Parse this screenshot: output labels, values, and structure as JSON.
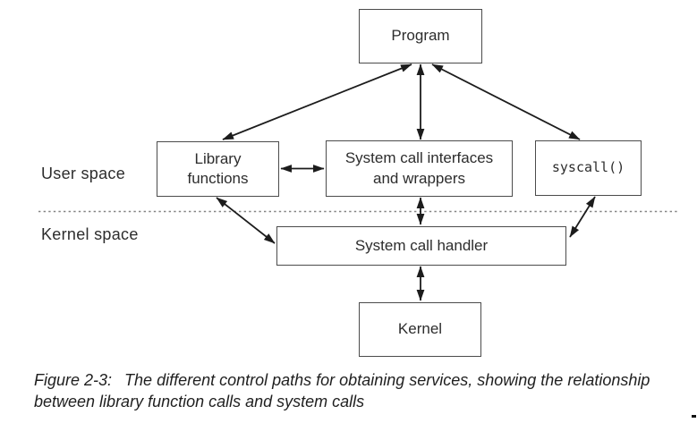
{
  "diagram": {
    "boxes": {
      "program": {
        "label": "Program"
      },
      "library": {
        "label": "Library\nfunctions"
      },
      "sci": {
        "label": "System call interfaces\nand wrappers"
      },
      "syscall": {
        "label": "syscall()"
      },
      "handler": {
        "label": "System call handler"
      },
      "kernel": {
        "label": "Kernel"
      }
    },
    "regions": {
      "user_space": "User space",
      "kernel_space": "Kernel space"
    },
    "colors": {
      "box_border": "#4b4b4b",
      "arrow": "#1c1c1c",
      "text": "#2d2d2d",
      "divider": "#848484",
      "background": "#ffffff"
    }
  },
  "caption": {
    "label": "Figure 2-3:",
    "line1": "The different control paths for obtaining services, showing the relationship",
    "line2": "between library function calls and system calls"
  }
}
